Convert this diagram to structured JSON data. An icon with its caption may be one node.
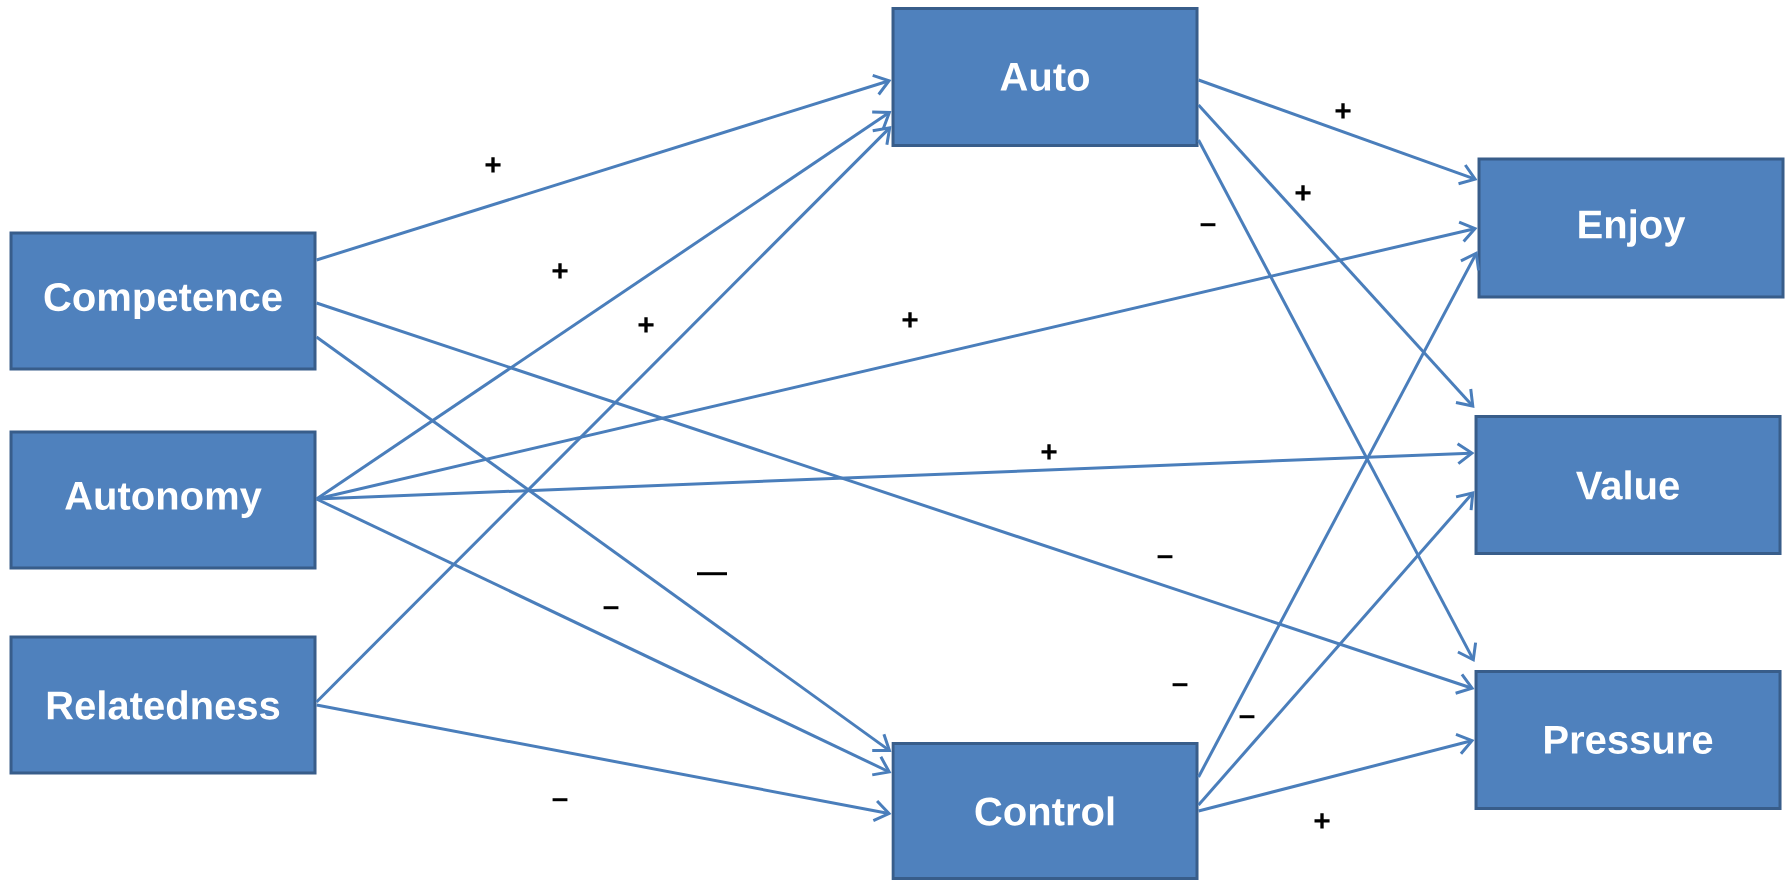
{
  "diagram": {
    "nodes": [
      {
        "text": [
          "Competence"
        ]
      },
      {
        "text": [
          "Autonomy"
        ]
      },
      {
        "text": [
          "Relatedness"
        ]
      },
      {
        "text": [
          "Auto"
        ]
      },
      {
        "text": [
          "Control"
        ]
      },
      {
        "text": [
          "Enjoy"
        ]
      },
      {
        "text": [
          "Value"
        ]
      },
      {
        "text": [
          "Pressure"
        ]
      }
    ],
    "edges": [
      {
        "from": 0,
        "to": 3,
        "arrow": "to",
        "label": "+"
      },
      {
        "from": 0,
        "to": 4,
        "arrow": "to",
        "label": "—"
      },
      {
        "from": 0,
        "to": 7,
        "arrow": "to",
        "label": "–"
      },
      {
        "from": 1,
        "to": 3,
        "arrow": "to",
        "label": "+"
      },
      {
        "from": 1,
        "to": 5,
        "arrow": "to",
        "label": "+"
      },
      {
        "from": 1,
        "to": 6,
        "arrow": "to",
        "label": "+"
      },
      {
        "from": 1,
        "to": 4,
        "arrow": "to",
        "label": "–"
      },
      {
        "from": 2,
        "to": 3,
        "arrow": "to",
        "label": "+"
      },
      {
        "from": 2,
        "to": 4,
        "arrow": "to",
        "label": "–"
      },
      {
        "from": 3,
        "to": 5,
        "arrow": "to",
        "label": "+"
      },
      {
        "from": 3,
        "to": 6,
        "arrow": "to",
        "label": "+"
      },
      {
        "from": 3,
        "to": 7,
        "arrow": "to",
        "label": "–"
      },
      {
        "from": 4,
        "to": 5,
        "arrow": "to",
        "label": "–"
      },
      {
        "from": 4,
        "to": 6,
        "arrow": "to",
        "label": "–"
      },
      {
        "from": 4,
        "to": 7,
        "arrow": "to",
        "label": "+"
      }
    ]
  }
}
